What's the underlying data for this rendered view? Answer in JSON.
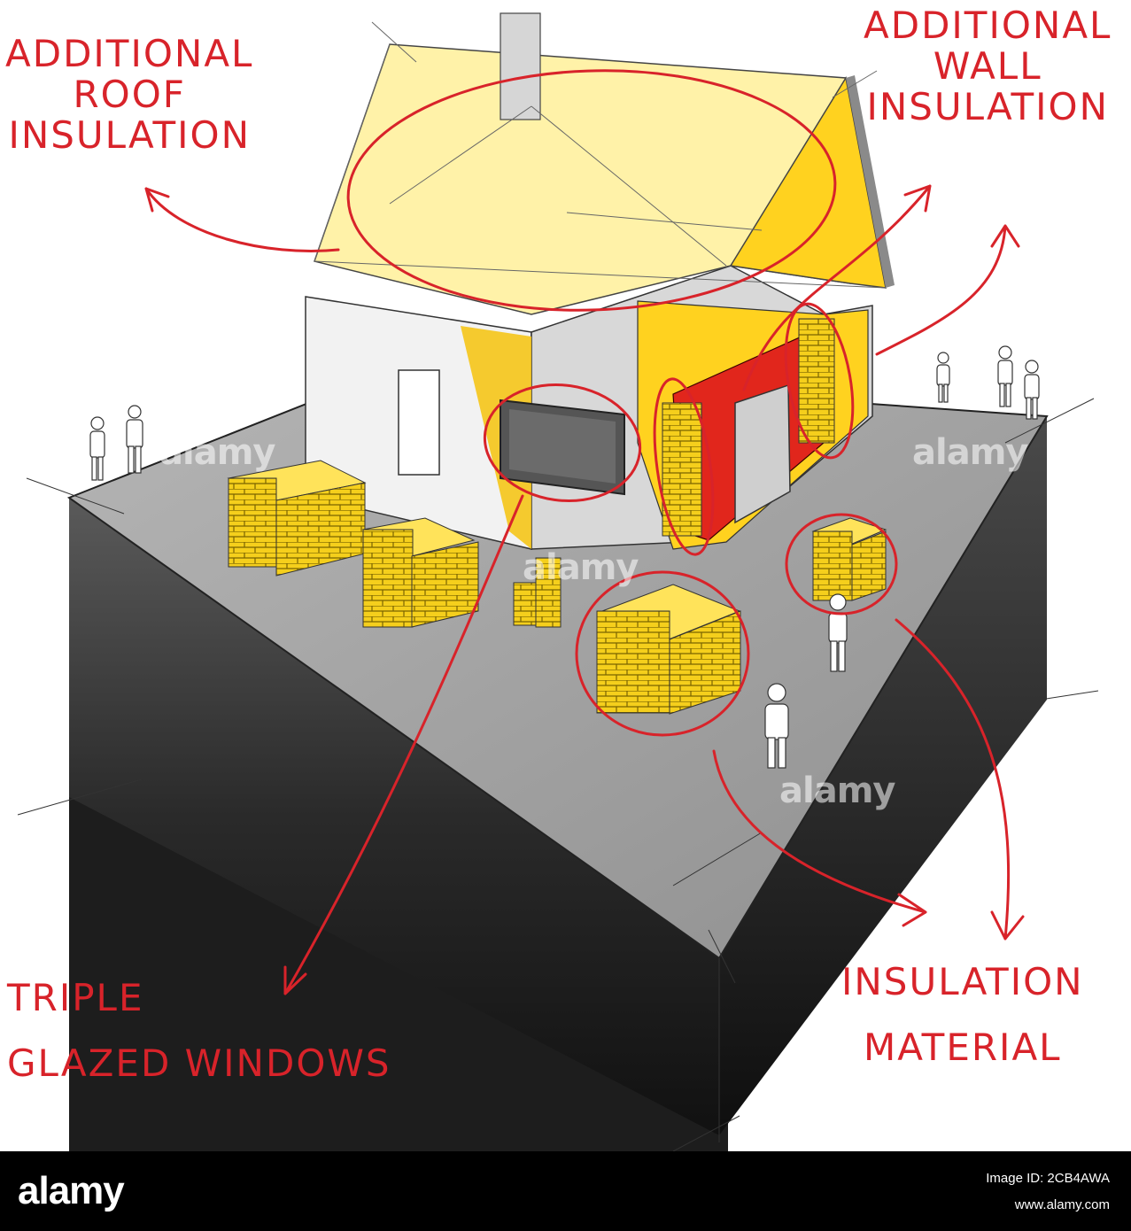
{
  "annotations": {
    "roof": [
      "ADDITIONAL",
      "ROOF",
      "INSULATION"
    ],
    "wall": [
      "ADDITIONAL",
      "WALL",
      "INSULATION"
    ],
    "windows": [
      "TRIPLE",
      "GLAZED WINDOWS"
    ],
    "material": [
      "INSULATION",
      "MATERIAL"
    ]
  },
  "watermark_text": "alamy",
  "footer": {
    "logo": "alamy",
    "image_id": "Image ID: 2CB4AWA",
    "site": "www.alamy.com"
  },
  "colors": {
    "annotation_red": "#d8232a",
    "insulation_yellow": "#ffd21f",
    "ground_top": "#a3a3a3",
    "block_side": "#3a3a3a",
    "footer_bg": "#000000"
  }
}
